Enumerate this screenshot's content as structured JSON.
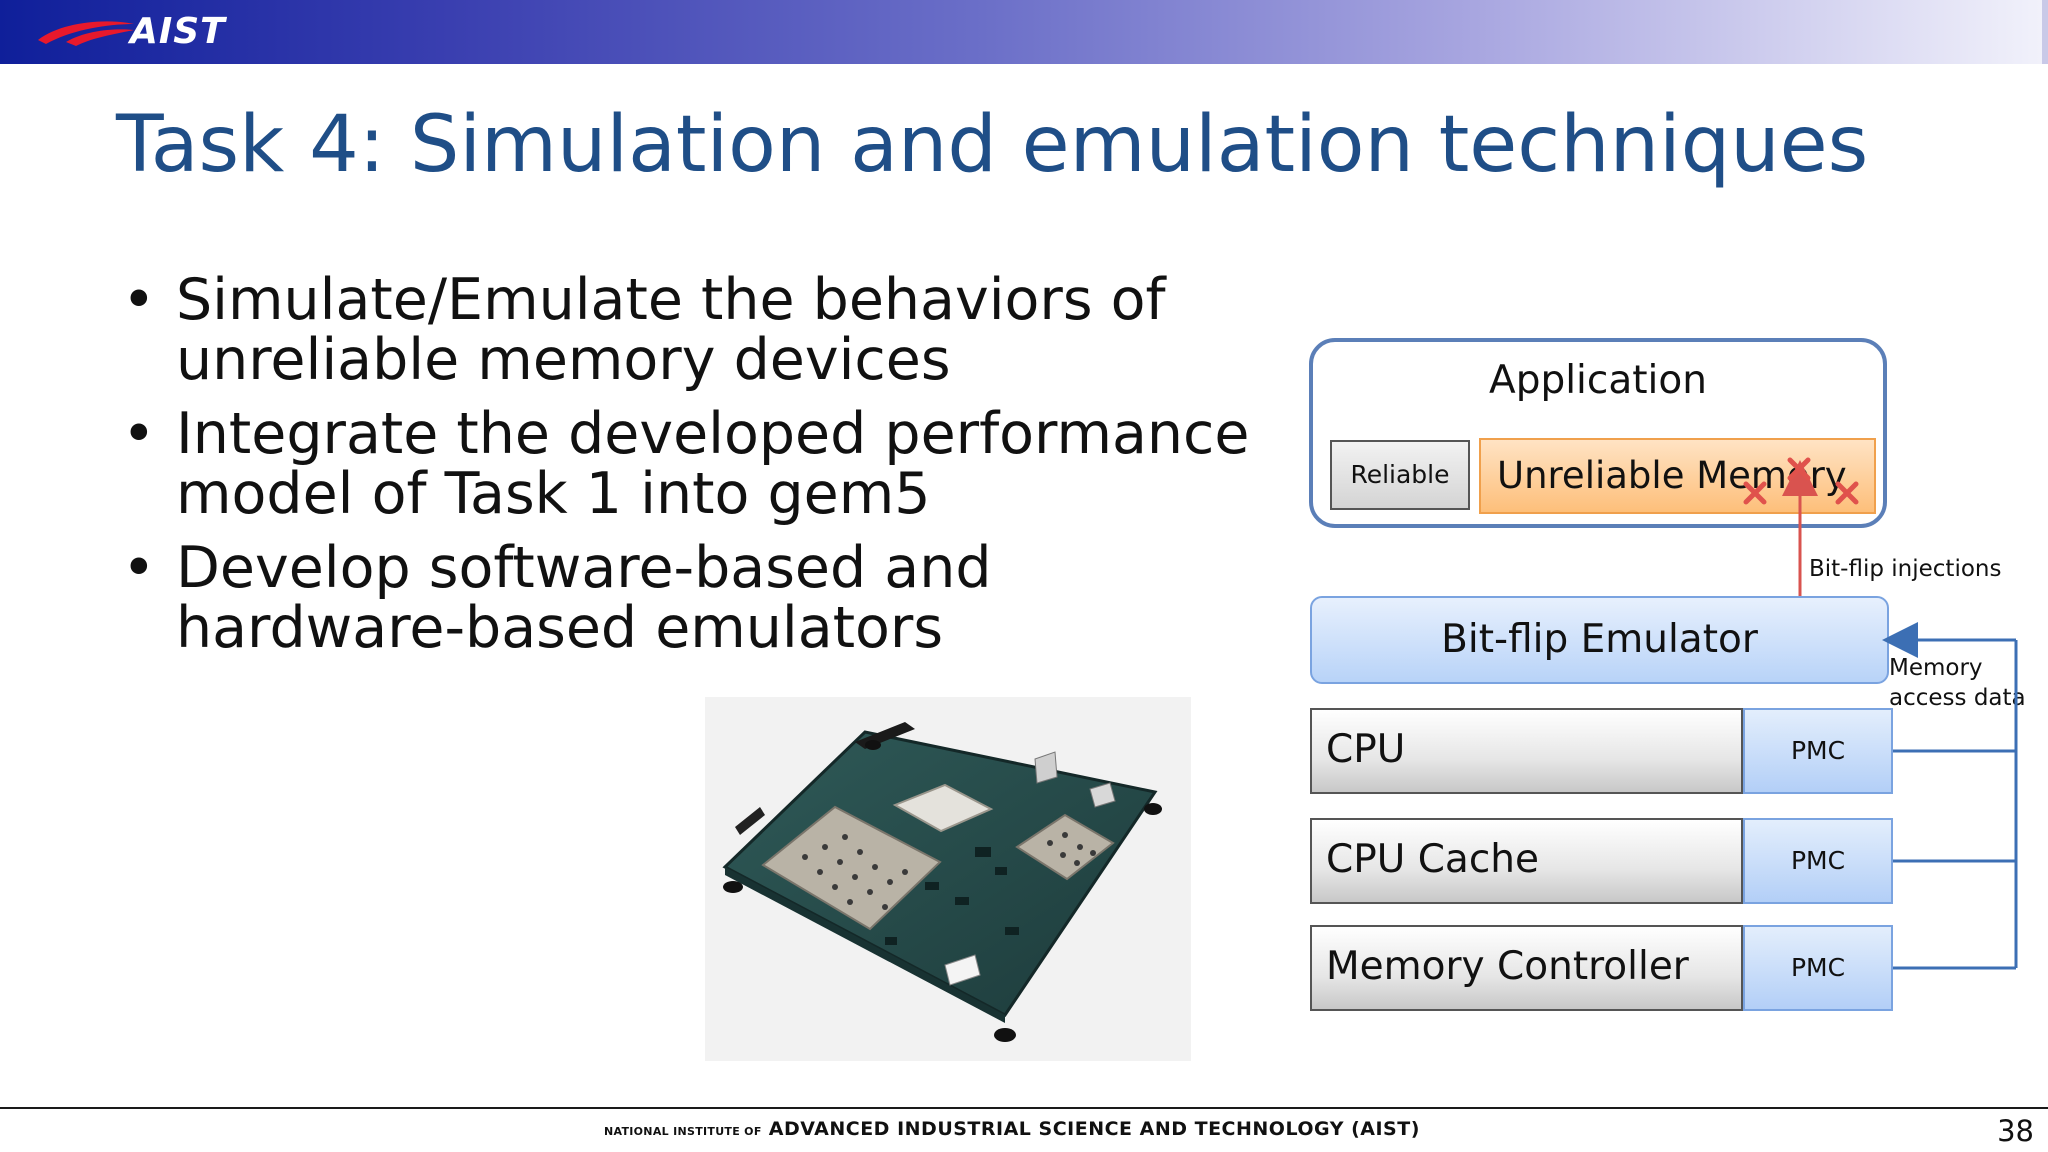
{
  "header": {
    "logo_text": "AIST"
  },
  "slide": {
    "title": "Task 4: Simulation and emulation techniques",
    "bullets": [
      {
        "line1": "Simulate/Emulate the behaviors of",
        "line2": "unreliable memory devices"
      },
      {
        "line1": "Integrate the developed performance",
        "line2": "model of Task 1 into gem5"
      },
      {
        "line1": "Develop software-based and",
        "line2": "hardware-based emulators"
      }
    ],
    "bullet_symbol": "•"
  },
  "diagram": {
    "application_label": "Application",
    "reliable_label": "Reliable",
    "unreliable_label": "Unreliable Memory",
    "injection_label": "Bit-flip injections",
    "emulator_label": "Bit-flip Emulator",
    "memory_access_line1": "Memory",
    "memory_access_line2": "access data",
    "rows": [
      {
        "label": "CPU",
        "pmc": "PMC"
      },
      {
        "label": "CPU Cache",
        "pmc": "PMC"
      },
      {
        "label": "Memory Controller",
        "pmc": "PMC"
      }
    ],
    "colors": {
      "frame": "#5b7fb8",
      "unreliable_fill": "#fdbf7a",
      "emulator_fill": "#b8d3f8",
      "injection_arrow": "#d9534f",
      "data_arrow": "#3c6fb4"
    }
  },
  "footer": {
    "prefix": "NATIONAL INSTITUTE OF",
    "name": "ADVANCED INDUSTRIAL SCIENCE AND TECHNOLOGY (AIST)",
    "page_number": "38"
  }
}
